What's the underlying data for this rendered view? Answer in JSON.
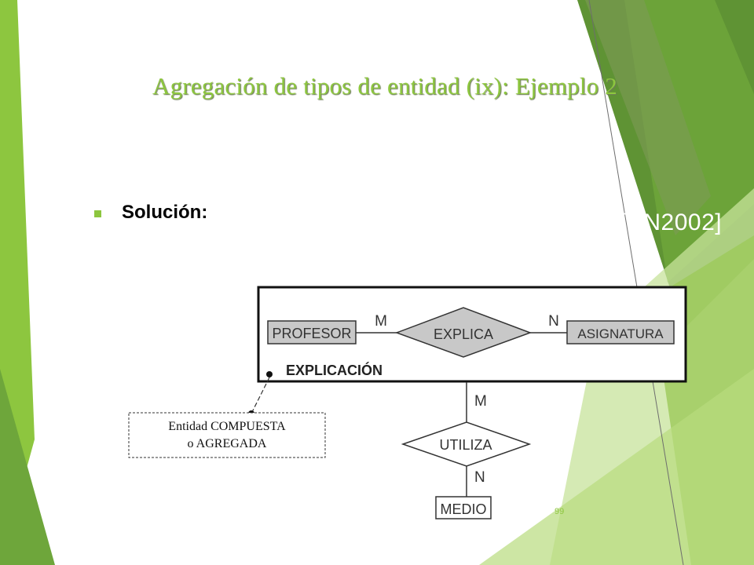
{
  "slide": {
    "title": "Agregación de tipos de entidad (ix): Ejemplo 2",
    "bullet": "Solución:",
    "citation": "[EN2002]",
    "page_number": "99"
  },
  "diagram": {
    "aggregate_label": "EXPLICACIÓN",
    "entities": {
      "profesor": "PROFESOR",
      "asignatura": "ASIGNATURA",
      "medio": "MEDIO"
    },
    "relationships": {
      "explica": "EXPLICA",
      "utiliza": "UTILIZA"
    },
    "cardinalities": {
      "explica_left": "M",
      "explica_right": "N",
      "utiliza_top": "M",
      "utiliza_bottom": "N"
    },
    "note": {
      "line1": "Entidad COMPUESTA",
      "line2": "o AGREGADA"
    }
  },
  "colors": {
    "accent_light": "#8dc63f",
    "accent_dark": "#4f7f2a",
    "entity_fill": "#c8c8c8"
  }
}
